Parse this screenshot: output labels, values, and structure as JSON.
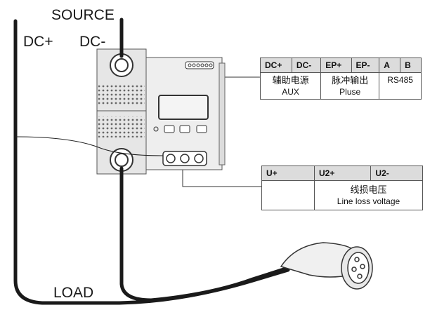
{
  "labels": {
    "source": "SOURCE",
    "dc_plus": "DC+",
    "dc_minus": "DC-",
    "load": "LOAD"
  },
  "table_top": {
    "headers": [
      "DC+",
      "DC-",
      "EP+",
      "EP-",
      "A",
      "B"
    ],
    "groups": [
      {
        "cn": "辅助电源",
        "en": "AUX"
      },
      {
        "cn": "脉冲输出",
        "en": "Pluse"
      },
      {
        "cn": "",
        "en": "RS485"
      }
    ]
  },
  "table_bottom": {
    "headers": [
      "U+",
      "U2+",
      "U2-"
    ],
    "cn": "线损电压",
    "en": "Line loss voltage"
  },
  "colors": {
    "cable": "#1a1a1a",
    "header_bg": "#dcdcdc",
    "device": "#e6e6e6"
  }
}
